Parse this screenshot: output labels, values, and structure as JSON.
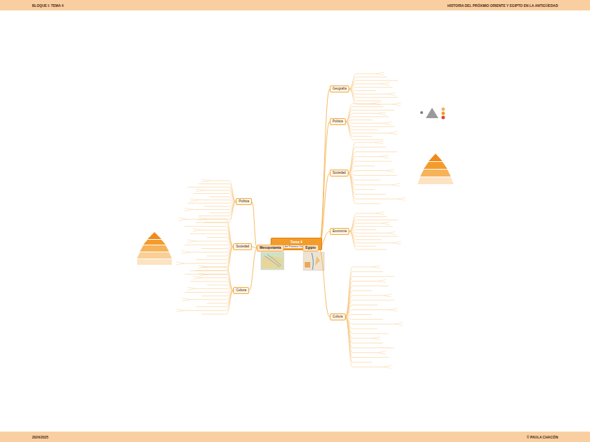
{
  "diagram": {
    "title": "HISTORIA DEL PRÓXIMO ORIENTE Y EGIPTO EN LA ANTIGÜEDAD",
    "nodes": [
      {
        "text": [
          "Tema 4",
          "Historia del Próximo Oriente y Egipto"
        ]
      },
      {
        "text": [
          "Mesopotamia"
        ]
      },
      {
        "text": [
          "Egipto"
        ]
      },
      {
        "text": [
          "Política"
        ]
      },
      {
        "text": [
          "Sociedad"
        ]
      },
      {
        "text": [
          "Cultura"
        ]
      },
      {
        "text": [
          "Geografía"
        ]
      },
      {
        "text": [
          "Política"
        ]
      },
      {
        "text": [
          "Sociedad"
        ]
      },
      {
        "text": [
          "Economía"
        ]
      },
      {
        "text": [
          "Cultura"
        ]
      }
    ],
    "edges": [
      {
        "from": 0,
        "to": 1,
        "arrow": "none"
      },
      {
        "from": 0,
        "to": 2,
        "arrow": "none"
      },
      {
        "from": 1,
        "to": 3,
        "arrow": "none"
      },
      {
        "from": 1,
        "to": 4,
        "arrow": "none"
      },
      {
        "from": 1,
        "to": 5,
        "arrow": "none"
      },
      {
        "from": 2,
        "to": 6,
        "arrow": "none"
      },
      {
        "from": 2,
        "to": 7,
        "arrow": "none"
      },
      {
        "from": 2,
        "to": 8,
        "arrow": "none"
      },
      {
        "from": 2,
        "to": 9,
        "arrow": "none"
      },
      {
        "from": 2,
        "to": 10,
        "arrow": "none"
      }
    ],
    "labels": [
      "BLOQUE I: TEMA 4",
      "2024/2025",
      "© PAULA CHACÓN"
    ]
  }
}
